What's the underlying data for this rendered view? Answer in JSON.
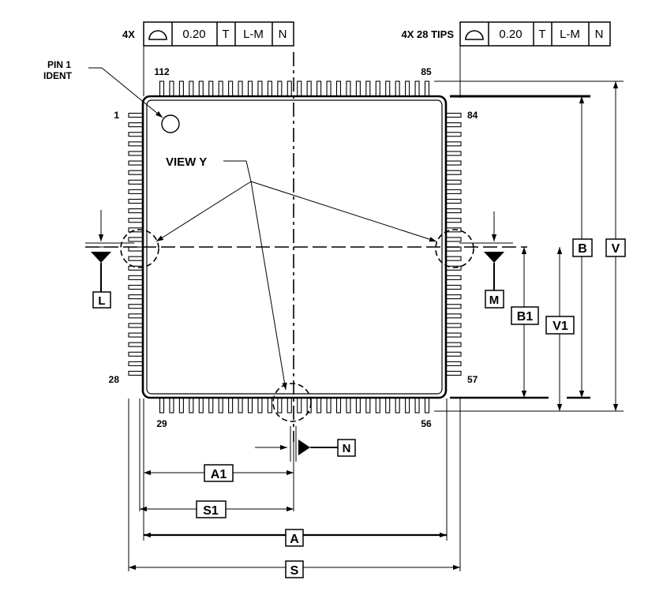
{
  "feature_frame_left": {
    "prefix": "4X",
    "symbol": "profile-of-surface-icon",
    "tolerance": "0.20",
    "datum1": "T",
    "datum2": "L-M",
    "datum3": "N"
  },
  "feature_frame_right": {
    "prefix": "4X 28 TIPS",
    "symbol": "profile-of-surface-icon",
    "tolerance": "0.20",
    "datum1": "T",
    "datum2": "L-M",
    "datum3": "N"
  },
  "callouts": {
    "pin1_line1": "PIN 1",
    "pin1_line2": "IDENT",
    "view": "VIEW Y"
  },
  "pin_numbers": {
    "top_left": "112",
    "top_right": "85",
    "left_top": "1",
    "right_top": "84",
    "left_bottom": "28",
    "right_bottom": "57",
    "bottom_left": "29",
    "bottom_right": "56"
  },
  "datums": {
    "L": "L",
    "M": "M",
    "N": "N"
  },
  "dimensions": {
    "A1": "A1",
    "S1": "S1",
    "A": "A",
    "S": "S",
    "B": "B",
    "V": "V",
    "B1": "B1",
    "V1": "V1"
  },
  "package": {
    "pins_per_side": 28
  }
}
